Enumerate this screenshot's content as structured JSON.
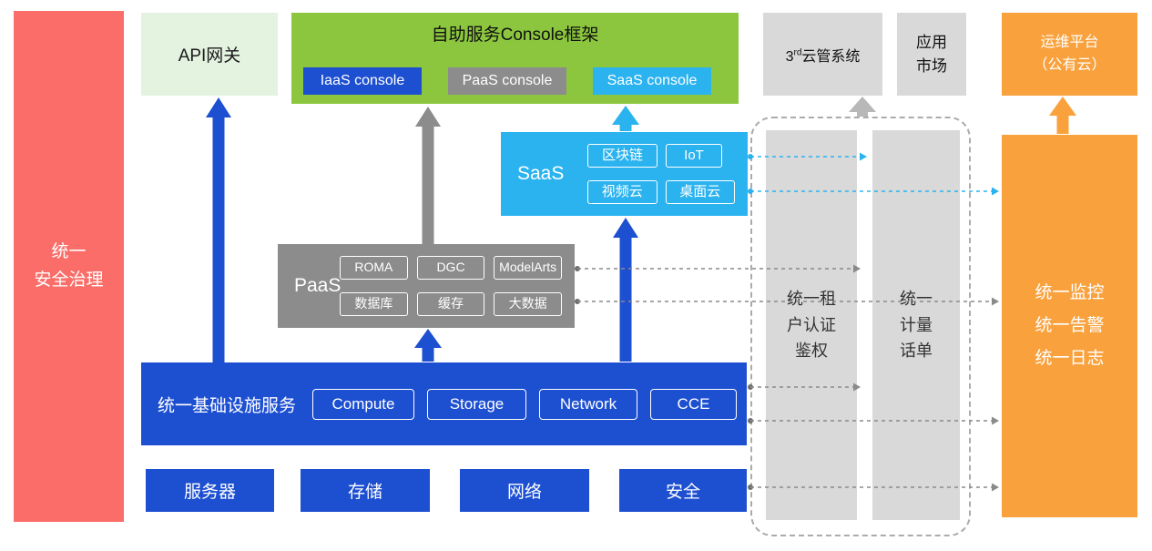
{
  "left_bar": {
    "label": "统一\n安全治理"
  },
  "api_gateway": {
    "label": "API网关"
  },
  "console_framework": {
    "title": "自助服务Console框架",
    "consoles": [
      {
        "label": "IaaS console",
        "color": "#1D4FD1"
      },
      {
        "label": "PaaS console",
        "color": "#8C8C8C"
      },
      {
        "label": "SaaS console",
        "color": "#2BB3EF"
      }
    ]
  },
  "third_party": {
    "prefix": "3",
    "sup": "rd",
    "suffix": "云管系统"
  },
  "app_market": {
    "label": "应用\n市场"
  },
  "ops_platform": {
    "label": "运维平台\n（公有云）"
  },
  "saas": {
    "label": "SaaS",
    "items": [
      "区块链",
      "IoT",
      "视频云",
      "桌面云"
    ]
  },
  "paas": {
    "label": "PaaS",
    "items": [
      "ROMA",
      "DGC",
      "ModelArts",
      "数据库",
      "缓存",
      "大数据"
    ]
  },
  "infra": {
    "label": "统一基础设施服务",
    "items": [
      "Compute",
      "Storage",
      "Network",
      "CCE"
    ]
  },
  "bottom_row": [
    "服务器",
    "存储",
    "网络",
    "安全"
  ],
  "auth_bar": {
    "label": "统一租\n户认证\n鉴权"
  },
  "metering_bar": {
    "label": "统一\n计量\n话单"
  },
  "monitor_bar": {
    "label": "统一监控\n统一告警\n统一日志"
  },
  "colors": {
    "blue": "#1D4FD1",
    "cyan": "#2BB3EF",
    "green": "#8CC63E",
    "light_green": "#E4F2E0",
    "gray": "#8C8C8C",
    "light_gray": "#D9D9D9",
    "orange": "#F9A13C",
    "red": "#FA6D68"
  }
}
